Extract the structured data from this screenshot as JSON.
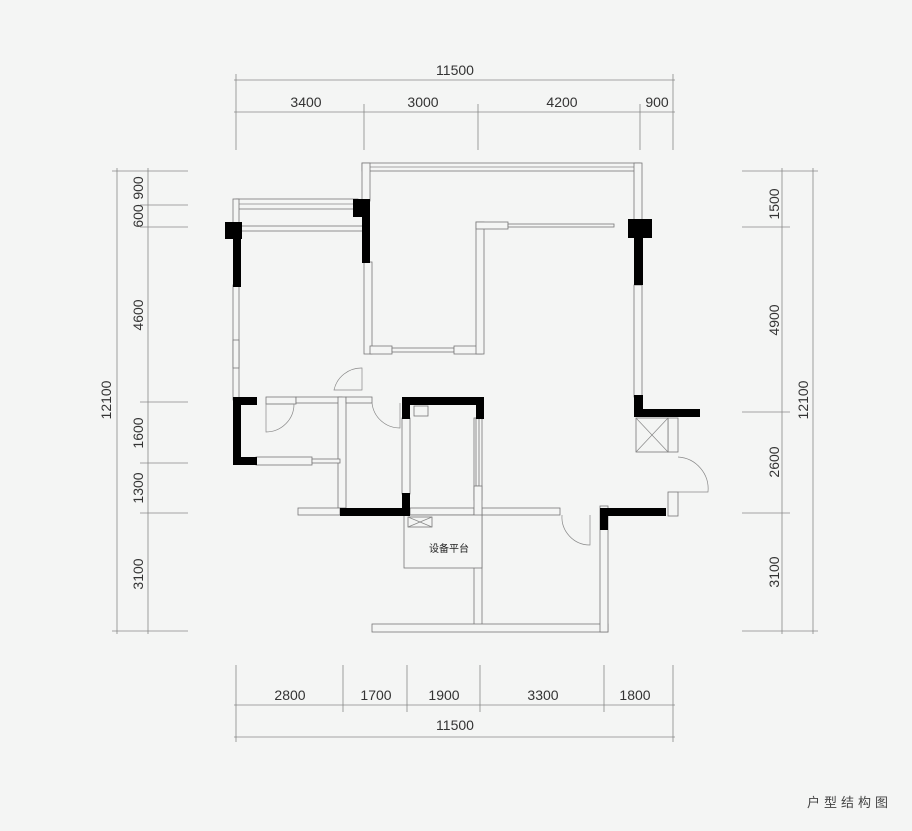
{
  "top_dims": {
    "total": "11500",
    "segments": [
      "3400",
      "3000",
      "4200",
      "900"
    ]
  },
  "bottom_dims": {
    "total": "11500",
    "segments": [
      "2800",
      "1700",
      "1900",
      "3300",
      "1800"
    ]
  },
  "left_dims": {
    "total": "12100",
    "segments": [
      "600",
      "900",
      "4600",
      "1600",
      "1300",
      "3100"
    ]
  },
  "right_dims": {
    "total": "12100",
    "segments": [
      "1500",
      "4900",
      "2600",
      "3100"
    ]
  },
  "room_label": "设备平台",
  "caption": "户型结构图",
  "colors": {
    "background": "#f4f5f4",
    "wall": "#000000",
    "line": "#888888"
  }
}
